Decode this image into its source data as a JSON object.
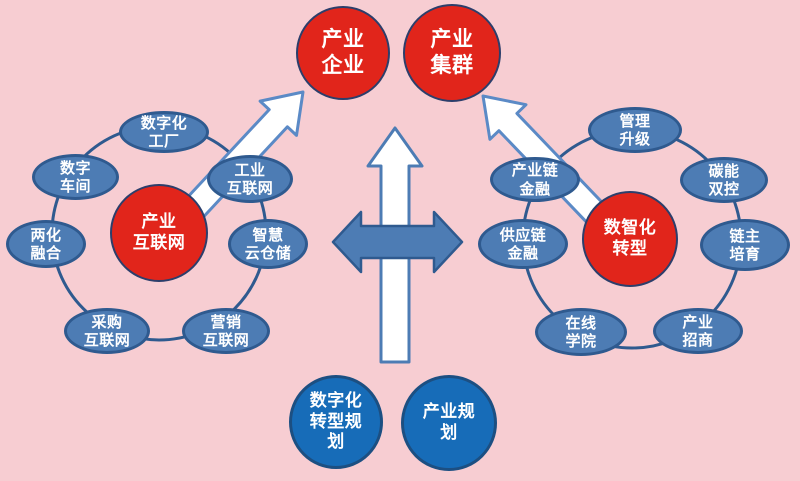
{
  "colors": {
    "background": "#f7cdd2",
    "red_circle_fill": "#e1251b",
    "red_circle_border": "#2c3e6b",
    "satellite_fill": "#4d7cb4",
    "satellite_border": "#2f5a8f",
    "bottom_circle_fill": "#176cb8",
    "bottom_circle_border": "#1c4f82",
    "arrow_blue": "#4d7cb4",
    "arrow_white": "#ffffff",
    "text": "#ffffff"
  },
  "top_circles": [
    {
      "label": "产业\n企业"
    },
    {
      "label": "产业\n集群"
    }
  ],
  "left_cluster": {
    "center": {
      "label": "产业\n互联网"
    },
    "satellites": [
      {
        "label": "数字化\n工厂"
      },
      {
        "label": "数字\n车间"
      },
      {
        "label": "两化\n融合"
      },
      {
        "label": "采购\n互联网"
      },
      {
        "label": "营销\n互联网"
      },
      {
        "label": "智慧\n云仓储"
      },
      {
        "label": "工业\n互联网"
      }
    ]
  },
  "right_cluster": {
    "center": {
      "label": "数智化\n转型"
    },
    "satellites": [
      {
        "label": "管理\n升级"
      },
      {
        "label": "碳能\n双控"
      },
      {
        "label": "链主\n培育"
      },
      {
        "label": "产业\n招商"
      },
      {
        "label": "在线\n学院"
      },
      {
        "label": "供应链\n金融"
      },
      {
        "label": "产业链\n金融"
      }
    ]
  },
  "bottom_circles": [
    {
      "label": "数字化\n转型规\n划"
    },
    {
      "label": "产业规\n划"
    }
  ]
}
